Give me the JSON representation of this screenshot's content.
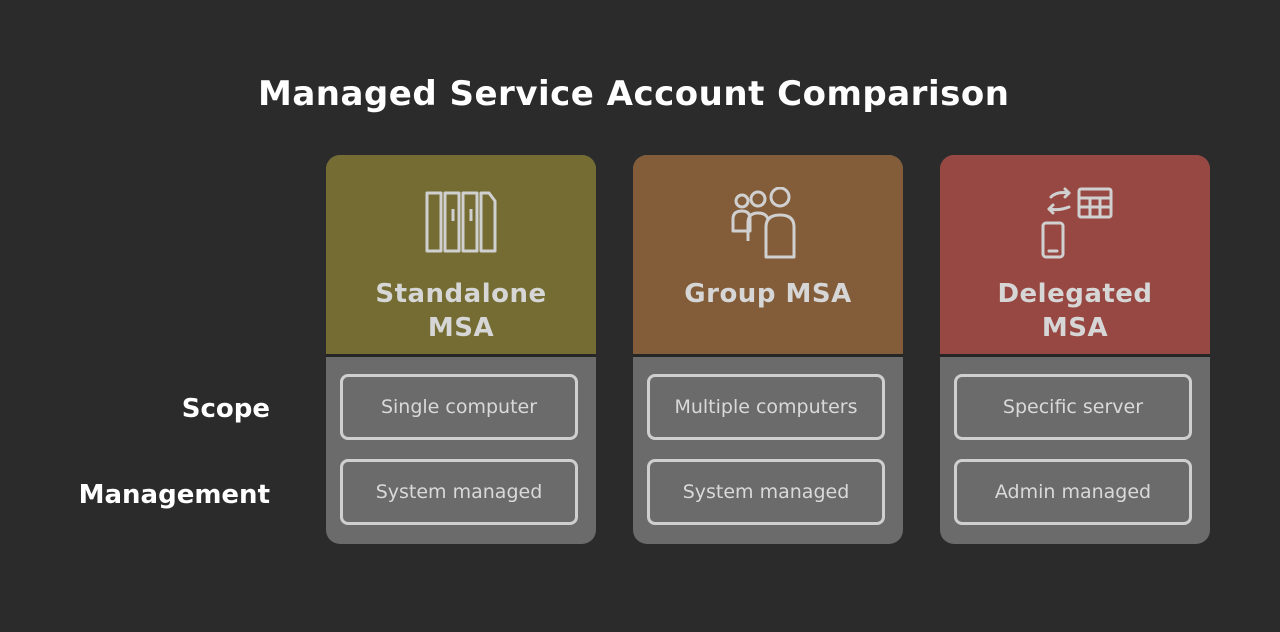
{
  "title": "Managed Service Account Comparison",
  "rows": {
    "scope": "Scope",
    "management": "Management"
  },
  "cards": [
    {
      "title_line1": "Standalone",
      "title_line2": "MSA",
      "icon": "server-rack-icon",
      "color": "#746c32",
      "scope": "Single computer",
      "management": "System managed"
    },
    {
      "title_line1": "Group MSA",
      "title_line2": "",
      "icon": "user-group-icon",
      "color": "#835d39",
      "scope": "Multiple computers",
      "management": "System managed"
    },
    {
      "title_line1": "Delegated",
      "title_line2": "MSA",
      "icon": "device-delegation-icon",
      "color": "#984842",
      "scope": "Specific server",
      "management": "Admin managed"
    }
  ]
}
